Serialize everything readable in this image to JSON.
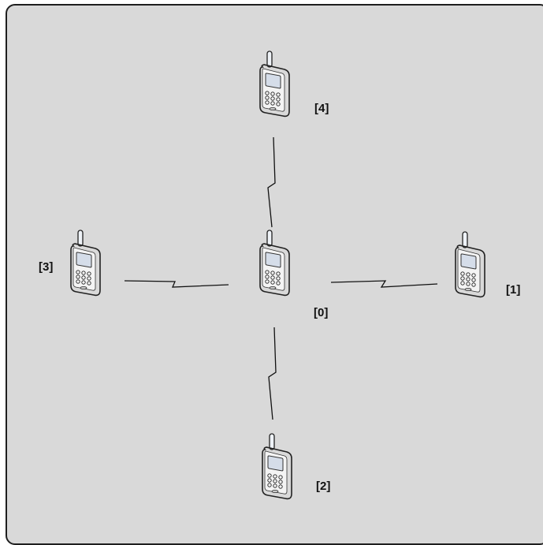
{
  "nodes": [
    {
      "id": "0",
      "label": "[0]"
    },
    {
      "id": "1",
      "label": "[1]"
    },
    {
      "id": "2",
      "label": "[2]"
    },
    {
      "id": "3",
      "label": "[3]"
    },
    {
      "id": "4",
      "label": "[4]"
    }
  ],
  "links": [
    {
      "from": "0",
      "to": "1"
    },
    {
      "from": "0",
      "to": "2"
    },
    {
      "from": "0",
      "to": "3"
    },
    {
      "from": "0",
      "to": "4"
    }
  ],
  "colors": {
    "background": "#d9d9d9",
    "border": "#1e1e1e",
    "phone_body": "#8aa8d2",
    "phone_face": "#f2f2f2",
    "screen": "#cfd8e6"
  },
  "icon": "mobile-phone-icon"
}
